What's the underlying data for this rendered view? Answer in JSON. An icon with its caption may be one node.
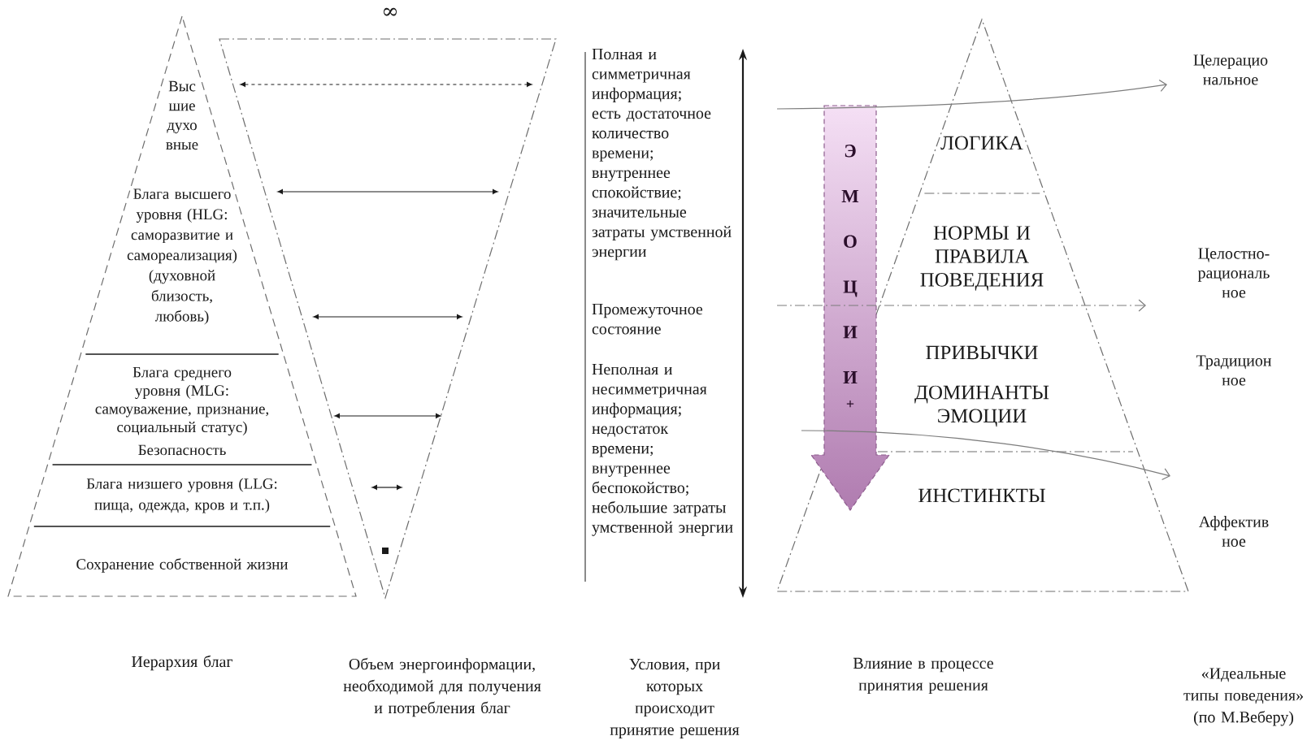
{
  "diagram": {
    "nodes": [
      {
        "text": [
          "Выс шие духо вные",
          "Блага высшего уровня (HLG: саморазвитие и самореализация) (духовной близость, любовь)",
          "Блага среднего уровня (MLG: самоуважение, признание, социальный статус)",
          "Безопасность",
          "Блага низшего уровня (LLG: пища, одежда, кров и т.п.)",
          "Сохранение собственной жизни"
        ]
      },
      {
        "text": [],
        "shape": "triangle"
      },
      {
        "text": [
          "ЛОГИКА",
          "НОРМЫ И ПРАВИЛА ПОВЕДЕНИЯ",
          "ПРИВЫЧКИ",
          "ДОМИНАНТЫ ЭМОЦИИ",
          "ИНСТИНКТЫ"
        ]
      },
      {
        "text": [
          "ЭМОЦИИ",
          "+"
        ]
      }
    ],
    "labels": [
      "∞",
      "Полная и симметричная информация; есть достаточное количество времени; внутреннее спокойствие; значительные затраты умственной энергии",
      "Промежуточное состояние",
      "Неполная и несимметричная информация; недостаток времени; внутреннее беспокойство; небольшие затраты умственной энергии",
      "Целерацио нальное",
      "Целостно- рациональ ное",
      "Традицион ное",
      "Аффектив ное",
      "Иерархия благ",
      "Объем энергоинформации, необходимой для получения и потребления благ",
      "Условия, при которых происходит принятие решения",
      "Влияние в процессе принятия решения",
      "«Идеальные типы поведения» (по М.Веберу)"
    ]
  }
}
